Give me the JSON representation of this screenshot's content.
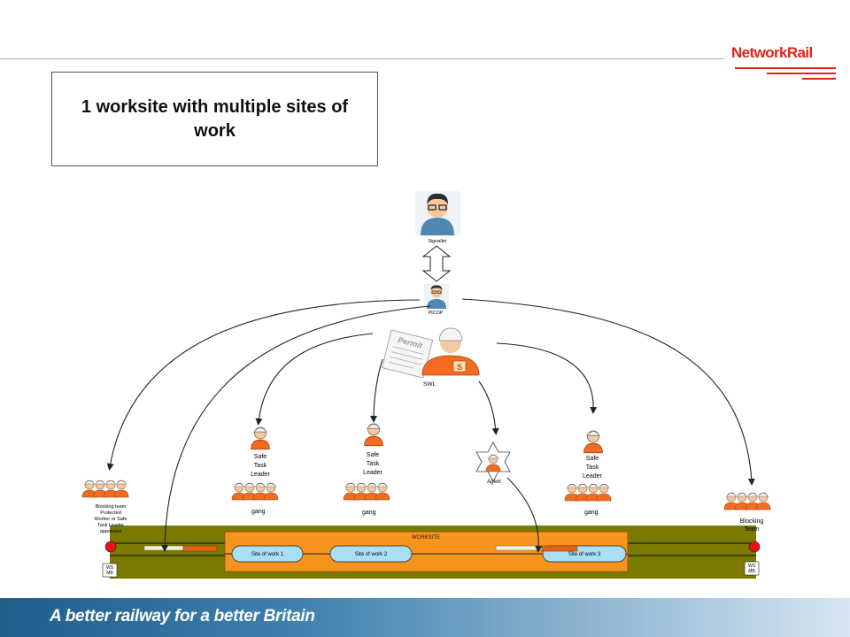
{
  "brand": {
    "name": "NetworkRail",
    "tagline": "A better railway for a better Britain",
    "color": "#e2231a"
  },
  "title": "1 worksite with multiple sites of work",
  "roles": {
    "signaller": "Signaller",
    "picop": "PICOP",
    "swl": "SWL",
    "permit": "Permit",
    "swl_badge": "S",
    "agent": "Agent"
  },
  "teams": [
    {
      "id": "blocking-left",
      "label": [
        "Blocking team",
        "Protected",
        "Worker or Safe",
        "Task Leader",
        "appointed"
      ]
    },
    {
      "id": "stl-1",
      "label": [
        "Safe",
        "Task",
        "Leader"
      ],
      "gang": "gang"
    },
    {
      "id": "stl-2",
      "label": [
        "Safe",
        "Task",
        "Leader"
      ],
      "gang": "gang"
    },
    {
      "id": "stl-3",
      "label": [
        "Safe",
        "Task",
        "Leader"
      ],
      "gang": "gang"
    },
    {
      "id": "blocking-right",
      "label": [
        "Blocking",
        "Team"
      ]
    }
  ],
  "worksite": {
    "label": "WORKSITE",
    "sites": [
      "Site of work 1",
      "Site of work 2",
      "Site of work 3"
    ],
    "markers": [
      [
        "WS",
        "MB"
      ],
      [
        "WS",
        "MB"
      ]
    ]
  },
  "colors": {
    "track": "#7a7a00",
    "worksite": "#f7941d",
    "site": "#a9dff5",
    "marker": "#e8141b",
    "hivis": "#f26b21"
  }
}
